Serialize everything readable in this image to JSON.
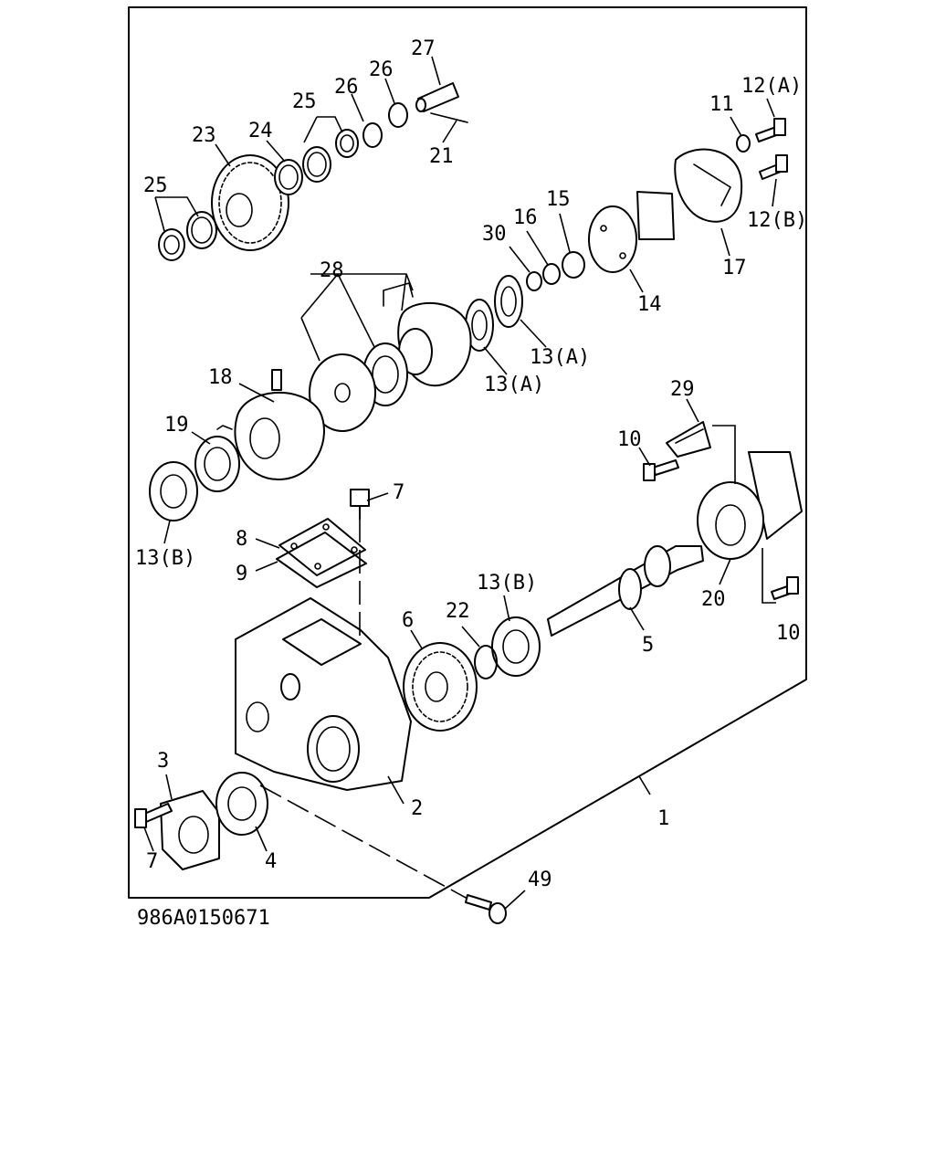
{
  "figure_code": "986A0150671",
  "callouts": {
    "c27": "27",
    "c26a": "26",
    "c26b": "26",
    "c25a": "25",
    "c25b": "25",
    "c24": "24",
    "c23": "23",
    "c21": "21",
    "c11": "11",
    "c12a": "12(A)",
    "c12b": "12(B)",
    "c17": "17",
    "c14": "14",
    "c15": "15",
    "c16": "16",
    "c30": "30",
    "c28": "28",
    "c13a1": "13(A)",
    "c13a2": "13(A)",
    "c18": "18",
    "c19": "19",
    "c13b1": "13(B)",
    "c29": "29",
    "c10a": "10",
    "c7a": "7",
    "c8": "8",
    "c9": "9",
    "c13b2": "13(B)",
    "c22": "22",
    "c6": "6",
    "c5": "5",
    "c20": "20",
    "c10b": "10",
    "c3": "3",
    "c2": "2",
    "c1": "1",
    "c7b": "7",
    "c4": "4",
    "c49": "49"
  }
}
